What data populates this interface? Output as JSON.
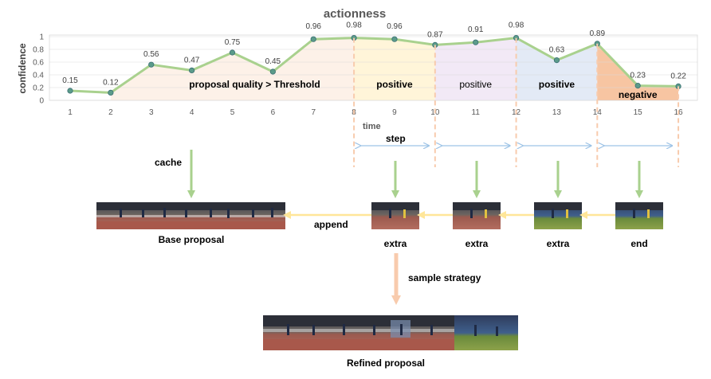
{
  "chart_data": {
    "type": "line",
    "title": "actionness",
    "ylabel": "confidence",
    "xlabel": "time",
    "x": [
      1,
      2,
      3,
      4,
      5,
      6,
      7,
      8,
      9,
      10,
      11,
      12,
      13,
      14,
      15,
      16
    ],
    "values": [
      0.15,
      0.12,
      0.56,
      0.47,
      0.75,
      0.45,
      0.96,
      0.98,
      0.96,
      0.87,
      0.91,
      0.98,
      0.63,
      0.89,
      0.23,
      0.22
    ],
    "value_labels": [
      "0.15",
      "0.12",
      "0.56",
      "0.47",
      "0.75",
      "0.45",
      "0.96",
      "0.98",
      "0.96",
      "0.87",
      "0.91",
      "0.98",
      "0.63",
      "0.89",
      "0.23",
      "0.22"
    ],
    "yticks": [
      "0",
      "0.2",
      "0.4",
      "0.6",
      "0.8",
      "1"
    ],
    "ylim": [
      0,
      1
    ],
    "grid": true,
    "line_color": "#a9d18e"
  },
  "regions": [
    {
      "label": "proposal quality > Threshold",
      "from": 2,
      "to": 8,
      "color": "#fbe5d6",
      "bold": true
    },
    {
      "label": "positive",
      "from": 8,
      "to": 10,
      "color": "#fff2cc",
      "bold": true
    },
    {
      "label": "positive",
      "from": 10,
      "to": 12,
      "color": "#ede2f3",
      "bold": false
    },
    {
      "label": "positive",
      "from": 12,
      "to": 14,
      "color": "#dae3f3",
      "bold": true
    },
    {
      "label": "negative",
      "from": 14,
      "to": 16,
      "color": "#f4b183",
      "bold": true
    }
  ],
  "flow": {
    "step_label": "step",
    "cache_label": "cache",
    "append_label": "append",
    "sample_label": "sample strategy",
    "base_caption": "Base proposal",
    "clips": [
      "extra",
      "extra",
      "extra",
      "end"
    ],
    "refined_caption": "Refined proposal"
  },
  "colors": {
    "green_arrow": "#a9d18e",
    "yellow_arrow": "#ffe699",
    "orange_arrow": "#f8cbad",
    "step_arrow": "#9dc3e6",
    "dash": "#f8cbad"
  }
}
